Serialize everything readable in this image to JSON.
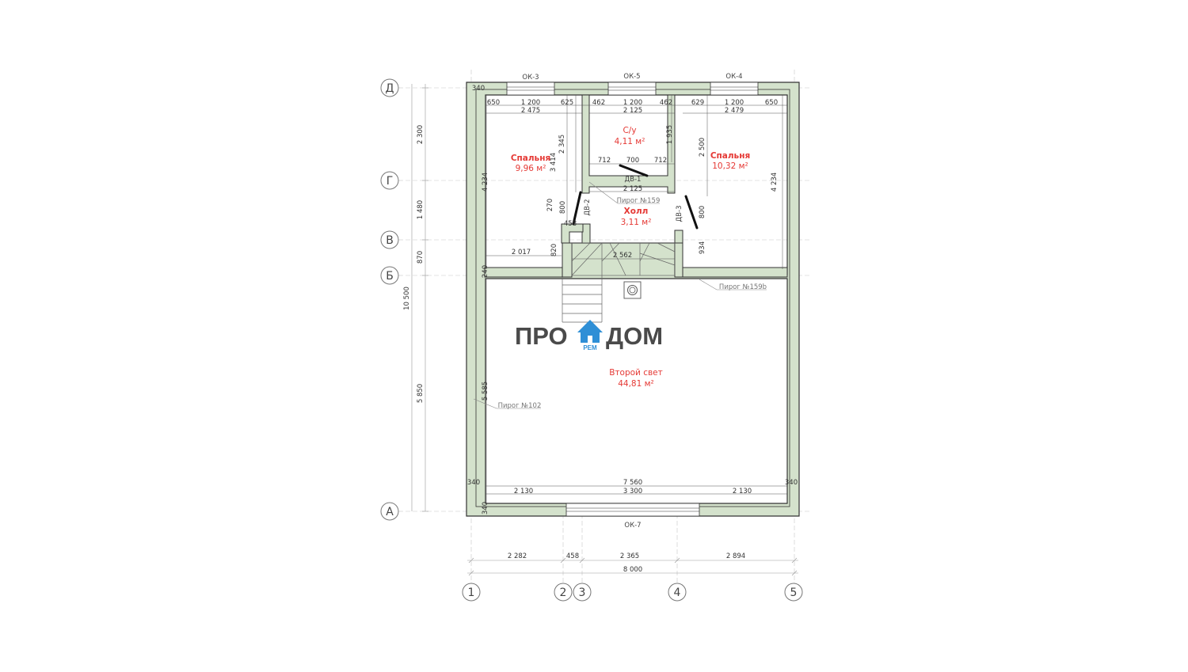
{
  "windows": {
    "ok3": "ОК-3",
    "ok5": "ОК-5",
    "ok4": "ОК-4",
    "ok7": "ОК-7"
  },
  "doors": {
    "dv1": "ДВ-1",
    "dv2": "ДВ-2",
    "dv3": "ДВ-3"
  },
  "rooms": {
    "bedroom_left": {
      "name": "Спальня",
      "area": "9,96 м²"
    },
    "bathroom": {
      "name": "С/у",
      "area": "4,11 м²"
    },
    "bedroom_right": {
      "name": "Спальня",
      "area": "10,32 м²"
    },
    "hall": {
      "name": "Холл",
      "area": "3,11 м²"
    },
    "second_light": {
      "name": "Второй свет",
      "area": "44,81 м²"
    }
  },
  "tags": {
    "pirog159": "Пирог №159",
    "pirog159b": "Пирог №159b",
    "pirog102": "Пирог №102"
  },
  "brand": {
    "left": "ПРО",
    "right": "ДОМ",
    "small": "РЕМ"
  },
  "axes": {
    "rows": [
      "Д",
      "Г",
      "В",
      "Б",
      "А"
    ],
    "cols": [
      "1",
      "2",
      "3",
      "4",
      "5"
    ]
  },
  "dims": {
    "top_a": [
      "650",
      "1 200",
      "625",
      "462",
      "1 200",
      "462",
      "629",
      "1 200",
      "650"
    ],
    "top_b": [
      "2 475",
      "2 125",
      "2 479"
    ],
    "wall_340": "340",
    "bath_row": [
      "712",
      "700",
      "712"
    ],
    "bath_2125": "2 125",
    "v_2345": "2 345",
    "v_3414": "3 414",
    "v_1935": "1 935",
    "v_2500": "2 500",
    "v_4234_l": "4 234",
    "v_4234_r": "4 234",
    "v_270": "270",
    "v_800_l": "800",
    "v_800_r": "800",
    "v_458": "458",
    "v_820": "820",
    "v_934": "934",
    "h_2017": "2 017",
    "h_2562": "2 562",
    "v_240": "240",
    "v_5585": "5 585",
    "bot_7560": "7 560",
    "bot_2130_l": "2 130",
    "bot_3300": "3 300",
    "bot_2130_r": "2 130",
    "bot_340_l": "340",
    "bot_340_r": "340",
    "bot_340_v": "340",
    "left_2300": "2 300",
    "left_1480": "1 480",
    "left_870": "870",
    "left_5850": "5 850",
    "left_10500": "10 500",
    "under": [
      "2 282",
      "458",
      "2 365",
      "2 894"
    ],
    "under_total": "8 000"
  }
}
